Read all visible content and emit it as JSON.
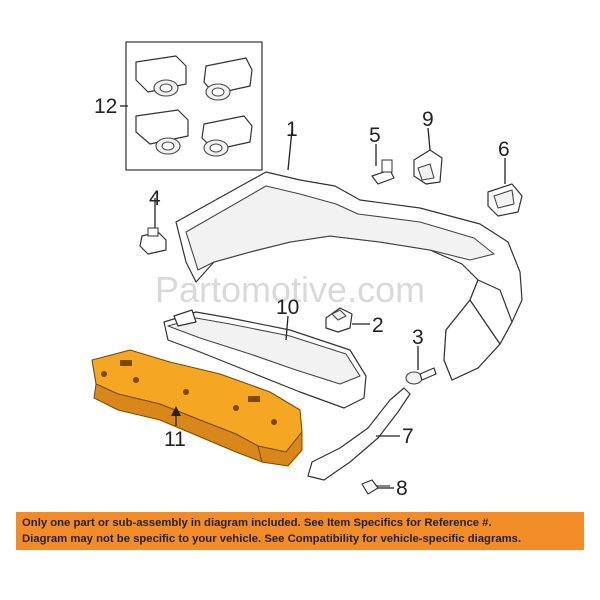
{
  "watermark": "Partomotive.com",
  "callouts": {
    "c1": "1",
    "c2": "2",
    "c3": "3",
    "c4": "4",
    "c5": "5",
    "c6": "6",
    "c7": "7",
    "c8": "8",
    "c9": "9",
    "c10": "10",
    "c11": "11",
    "c12": "12"
  },
  "disclaimer": {
    "line1": "Only one part or sub-assembly in diagram included. See Item Specifics for Reference #.",
    "line2": "Diagram may not be specific to your vehicle. See Compatibility for vehicle-specific diagrams."
  },
  "colors": {
    "highlight": "#f5a623",
    "banner": "#f28c28"
  }
}
